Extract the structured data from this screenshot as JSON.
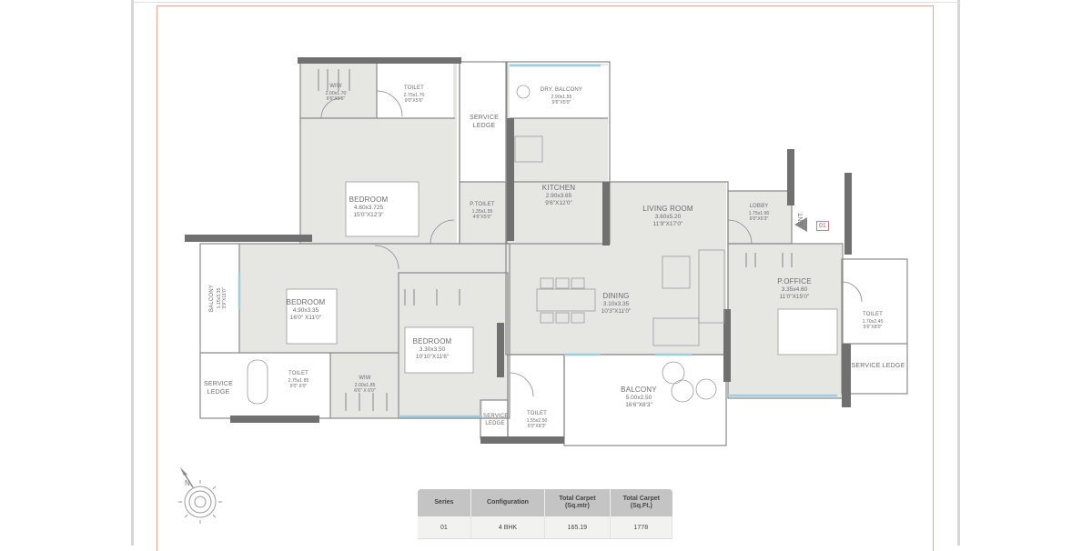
{
  "sheet": {
    "frame_color": "#e0a898",
    "wall_color": "#6e6e6e",
    "floor_fill": "#e6e6e3",
    "window_color": "#a9d3e3"
  },
  "rooms": [
    {
      "id": "wiw-top",
      "name": "WIW",
      "dim_m": "2.00x1.70",
      "dim_ft": "6'6\"X5'6\""
    },
    {
      "id": "toilet-top",
      "name": "TOILET",
      "dim_m": "2.75x1.70",
      "dim_ft": "9'0\"X5'6\""
    },
    {
      "id": "service-ledge-top",
      "name": "SERVICE LEDGE",
      "dim_m": "",
      "dim_ft": ""
    },
    {
      "id": "dry-balcony",
      "name": "DRY. BALCONY",
      "dim_m": "2.90x1.55",
      "dim_ft": "9'6\"X5'0\""
    },
    {
      "id": "bedroom-master",
      "name": "BEDROOM",
      "dim_m": "4.60x3.725",
      "dim_ft": "15'0\"X12'3\""
    },
    {
      "id": "p-toilet",
      "name": "P.TOILET",
      "dim_m": "1.35x1.55",
      "dim_ft": "4'6\"X5'0\""
    },
    {
      "id": "kitchen",
      "name": "KITCHEN",
      "dim_m": "2.90x3.65",
      "dim_ft": "9'6\"X12'0\""
    },
    {
      "id": "living-room",
      "name": "LIVING ROOM",
      "dim_m": "3.60x5.20",
      "dim_ft": "11'9\"X17'0\""
    },
    {
      "id": "lobby",
      "name": "LOBBY",
      "dim_m": "1.75x1.90",
      "dim_ft": "6'0\"X6'3\""
    },
    {
      "id": "p-office",
      "name": "P.OFFICE",
      "dim_m": "3.35x4.60",
      "dim_ft": "11'0\"X15'0\""
    },
    {
      "id": "toilet-office",
      "name": "TOILET",
      "dim_m": "1.70x2.45",
      "dim_ft": "5'6\"X8'0\""
    },
    {
      "id": "service-ledge-right",
      "name": "SERVICE LEDGE",
      "dim_m": "",
      "dim_ft": ""
    },
    {
      "id": "balcony-left",
      "name": "BALCONY",
      "dim_m": "1.15x3.35",
      "dim_ft": "3'9\"X11'0\""
    },
    {
      "id": "bedroom-2",
      "name": "BEDROOM",
      "dim_m": "4.90x3.35",
      "dim_ft": "16'0\" X11'0\""
    },
    {
      "id": "dining",
      "name": "DINING",
      "dim_m": "3.10x3.35",
      "dim_ft": "10'3\"X11'0\""
    },
    {
      "id": "bedroom-3",
      "name": "BEDROOM",
      "dim_m": "3.30x3.50",
      "dim_ft": "10'10\"X11'6\""
    },
    {
      "id": "balcony-main",
      "name": "BALCONY",
      "dim_m": "5.00x2.50",
      "dim_ft": "16'6\"X8'3\""
    },
    {
      "id": "service-ledge-left",
      "name": "SERVICE LEDGE",
      "dim_m": "",
      "dim_ft": ""
    },
    {
      "id": "toilet-bottom",
      "name": "TOILET",
      "dim_m": "2.75x1.85",
      "dim_ft": "9'0\" 6'0\""
    },
    {
      "id": "wiw-bottom",
      "name": "WIW",
      "dim_m": "2.00x1.85",
      "dim_ft": "6'6\" X 6'0\""
    },
    {
      "id": "service-ledge-bottom",
      "name": "SERVICE LEDGE",
      "dim_m": "",
      "dim_ft": ""
    },
    {
      "id": "toilet-bedroom3",
      "name": "TOILET",
      "dim_m": "1.55x2.50",
      "dim_ft": "5'0\"X8'3\""
    }
  ],
  "entry": {
    "label": "ENT.",
    "tag": "01"
  },
  "compass": {
    "label": "N"
  },
  "summary_table": {
    "headers": [
      "Series",
      "Configuration",
      "Total Carpet (Sq.mtr)",
      "Total Carpet (Sq.Ft.)"
    ],
    "rows": [
      [
        "01",
        "4 BHK",
        "165.19",
        "1778"
      ]
    ]
  }
}
